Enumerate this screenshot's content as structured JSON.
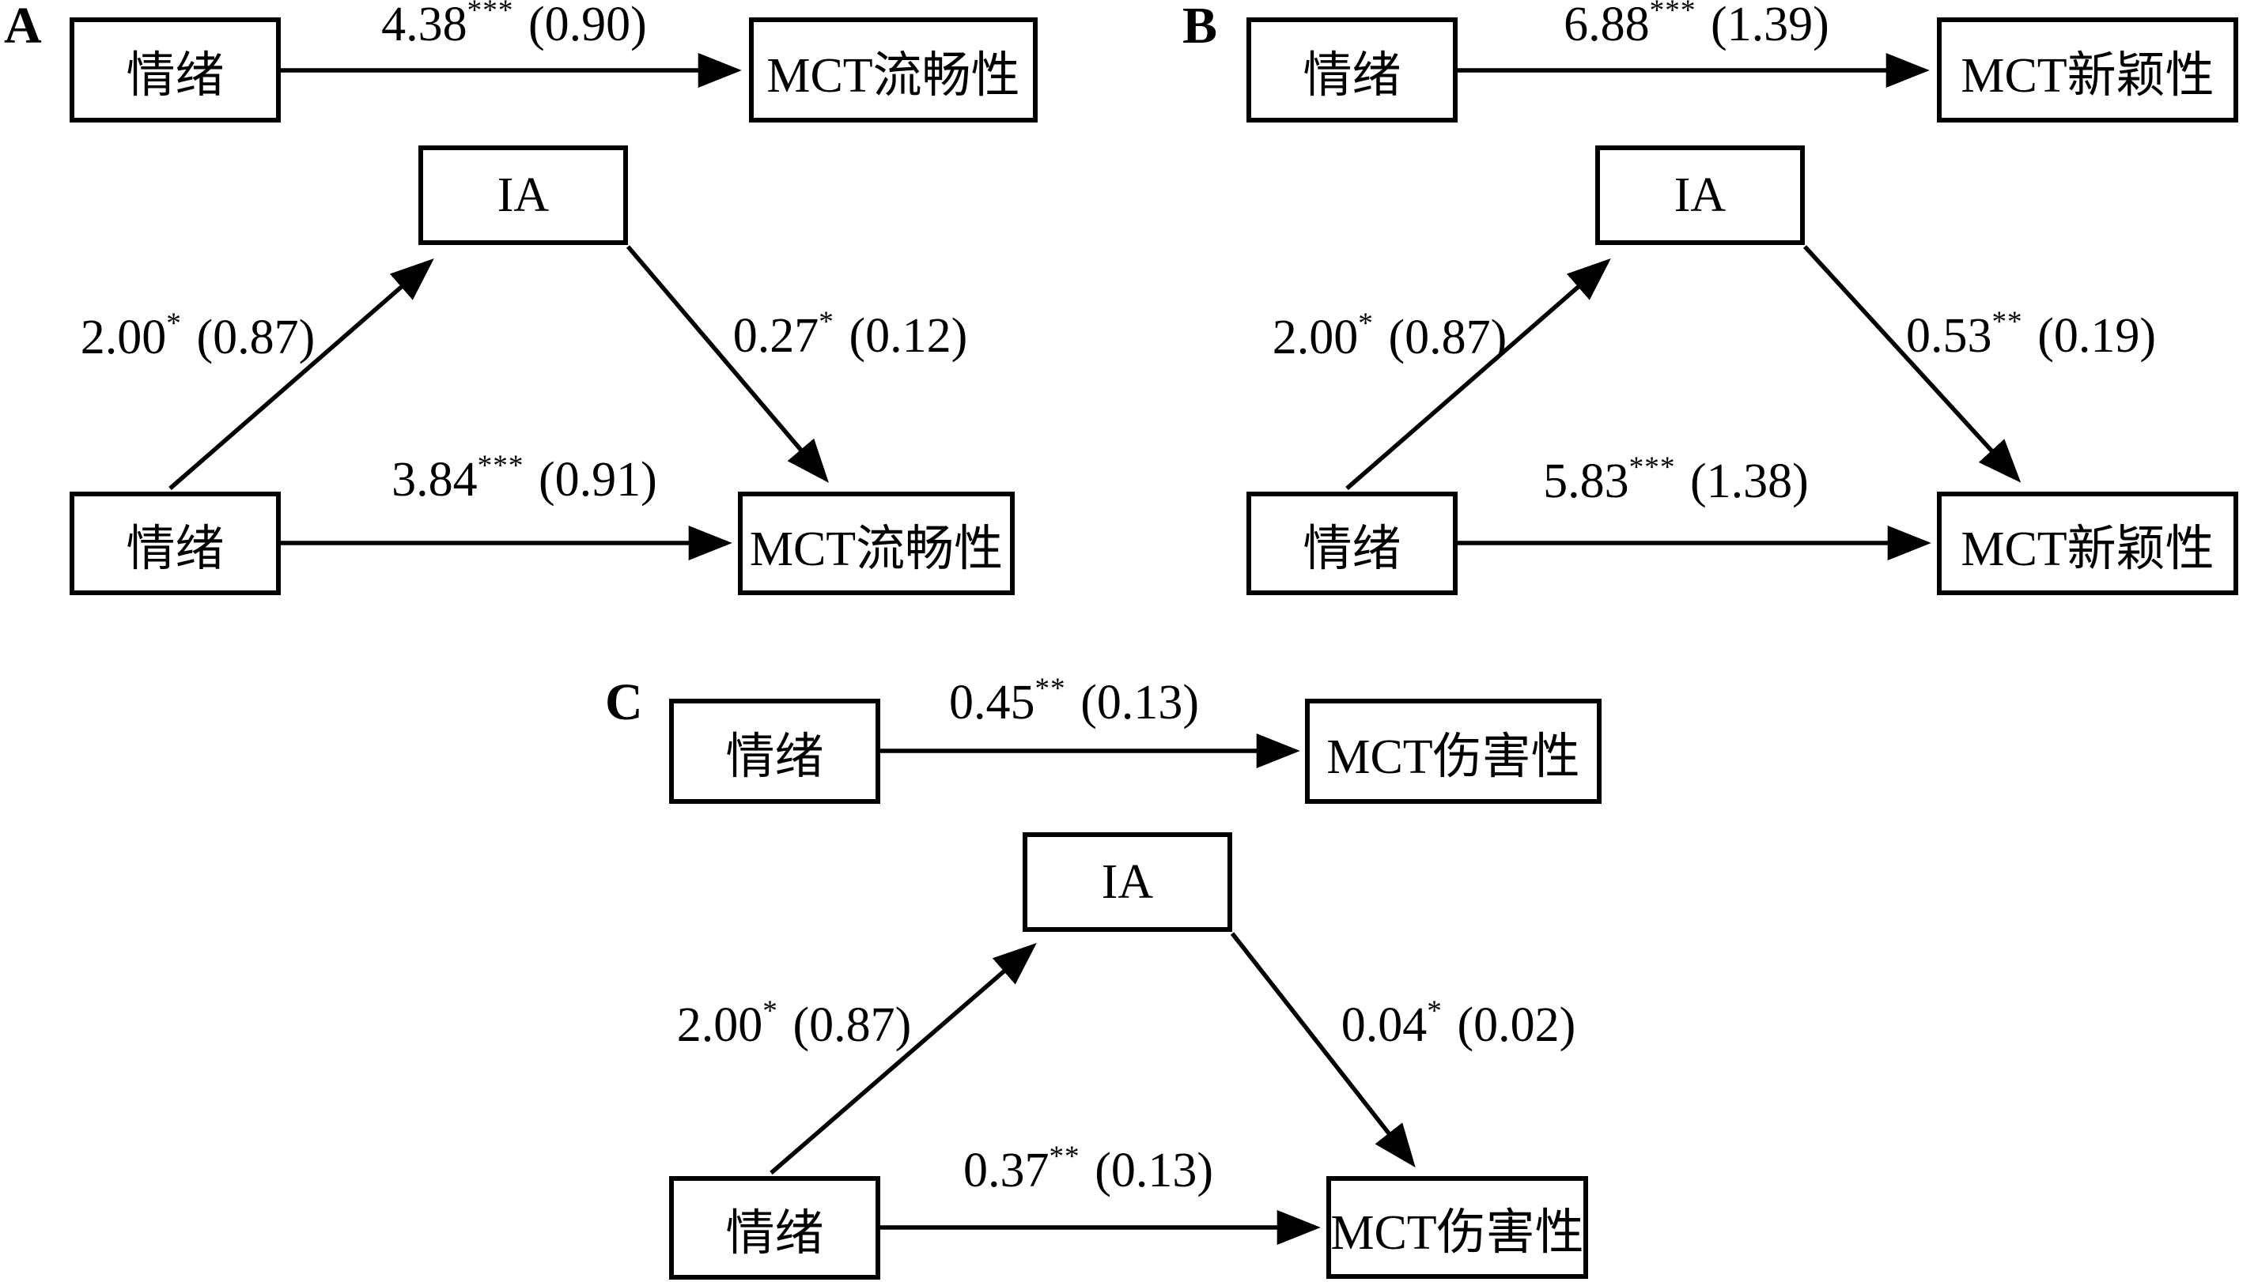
{
  "figure": {
    "background": "#ffffff",
    "line_color": "#000000"
  },
  "panels": [
    {
      "letter": "A",
      "predictor": "情绪",
      "mediator": "IA",
      "outcome": "MCT流畅性",
      "paths": {
        "total": {
          "value": "4.38",
          "stars": "***",
          "se": "(0.90)"
        },
        "a": {
          "value": "2.00",
          "stars": "*",
          "se": "(0.87)"
        },
        "b": {
          "value": "0.27",
          "stars": "*",
          "se": "(0.12)"
        },
        "direct": {
          "value": "3.84",
          "stars": "***",
          "se": "(0.91)"
        }
      }
    },
    {
      "letter": "B",
      "predictor": "情绪",
      "mediator": "IA",
      "outcome": "MCT新颖性",
      "paths": {
        "total": {
          "value": "6.88",
          "stars": "***",
          "se": "(1.39)"
        },
        "a": {
          "value": "2.00",
          "stars": "*",
          "se": "(0.87)"
        },
        "b": {
          "value": "0.53",
          "stars": "**",
          "se": "(0.19)"
        },
        "direct": {
          "value": "5.83",
          "stars": "***",
          "se": "(1.38)"
        }
      }
    },
    {
      "letter": "C",
      "predictor": "情绪",
      "mediator": "IA",
      "outcome": "MCT伤害性",
      "paths": {
        "total": {
          "value": "0.45",
          "stars": "**",
          "se": "(0.13)"
        },
        "a": {
          "value": "2.00",
          "stars": "*",
          "se": "(0.87)"
        },
        "b": {
          "value": "0.04",
          "stars": "*",
          "se": "(0.02)"
        },
        "direct": {
          "value": "0.37",
          "stars": "**",
          "se": "(0.13)"
        }
      }
    }
  ]
}
